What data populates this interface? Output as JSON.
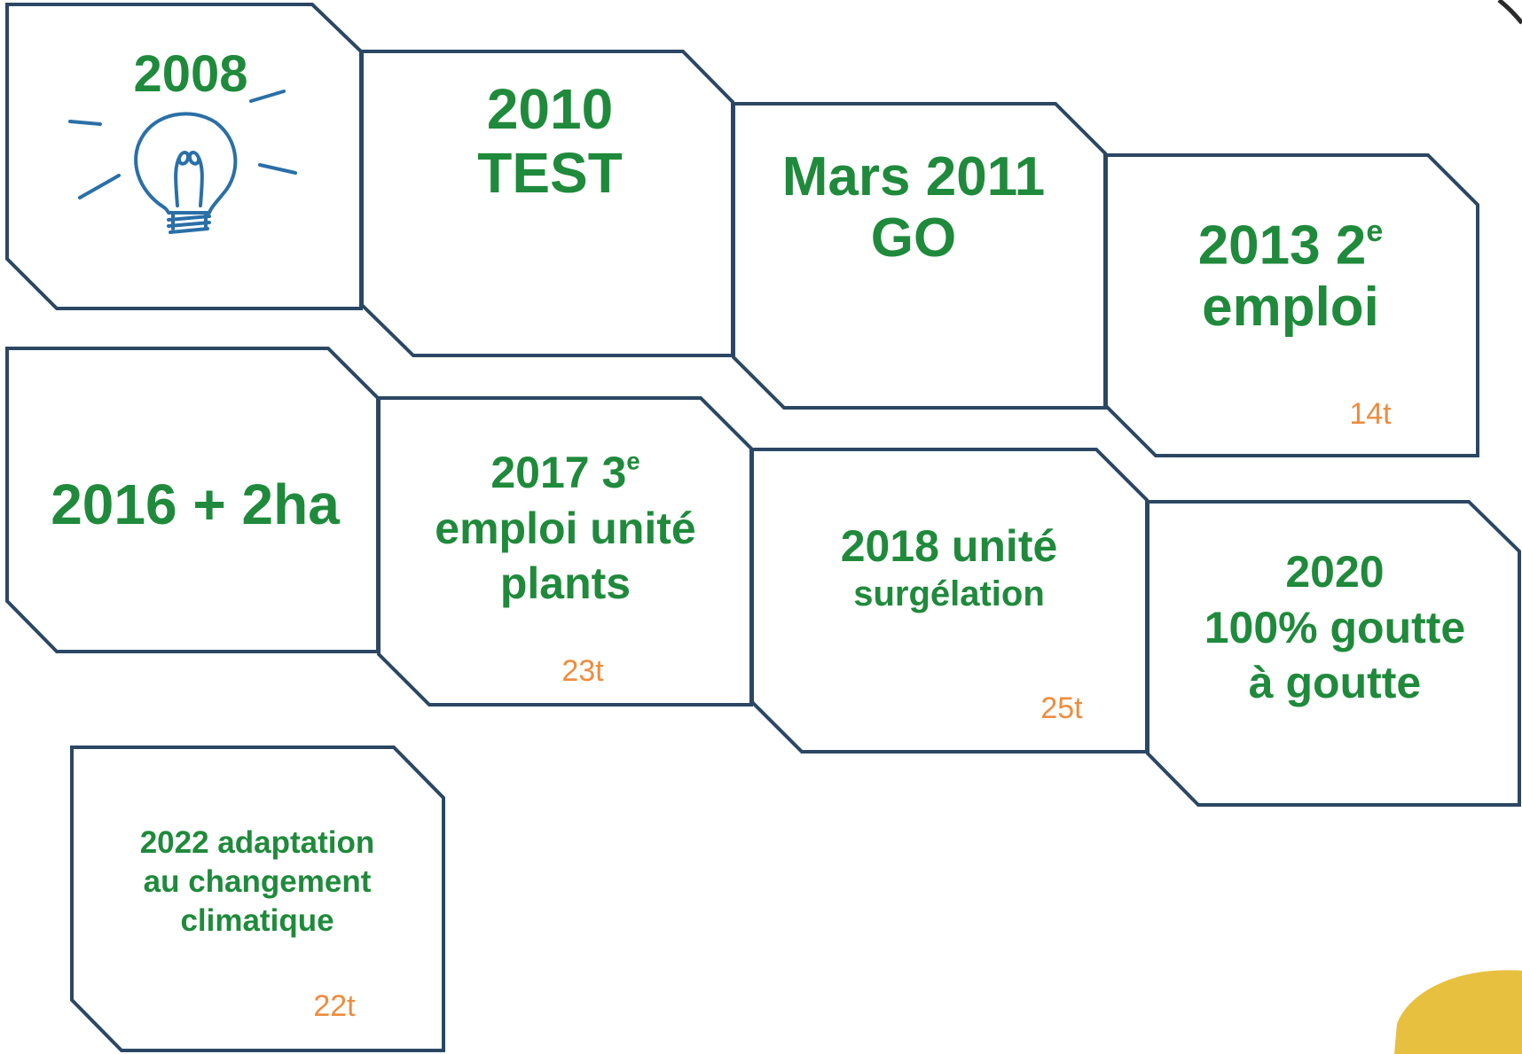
{
  "colors": {
    "border": "#2b4763",
    "title_text": "#1f8a3b",
    "tonnage_text": "#ee8c3f",
    "accent_blob": "#e8c040",
    "lightbulb": "#2a6fa8"
  },
  "icon": "lightbulb-icon",
  "milestones": [
    {
      "id": "2008",
      "title": "2008"
    },
    {
      "id": "2010",
      "line1": "2010",
      "line2": "TEST"
    },
    {
      "id": "2011",
      "line1": "Mars 2011",
      "line2": "GO"
    },
    {
      "id": "2013",
      "line1": "2013 2",
      "sup": "e",
      "line2": "emploi",
      "tonnage": "14t"
    },
    {
      "id": "2016",
      "title": "2016 + 2ha"
    },
    {
      "id": "2017",
      "line1": "2017 3",
      "sup": "e",
      "line2": "emploi unité",
      "line3": "plants",
      "tonnage": "23t"
    },
    {
      "id": "2018",
      "line1": "2018 unité",
      "line2": "surgélation",
      "tonnage": "25t"
    },
    {
      "id": "2020",
      "line1": "2020",
      "line2": "100% goutte",
      "line3": "à goutte"
    },
    {
      "id": "2022",
      "line1": "2022 adaptation",
      "line2": "au changement",
      "line3": "climatique",
      "tonnage": "22t"
    }
  ]
}
